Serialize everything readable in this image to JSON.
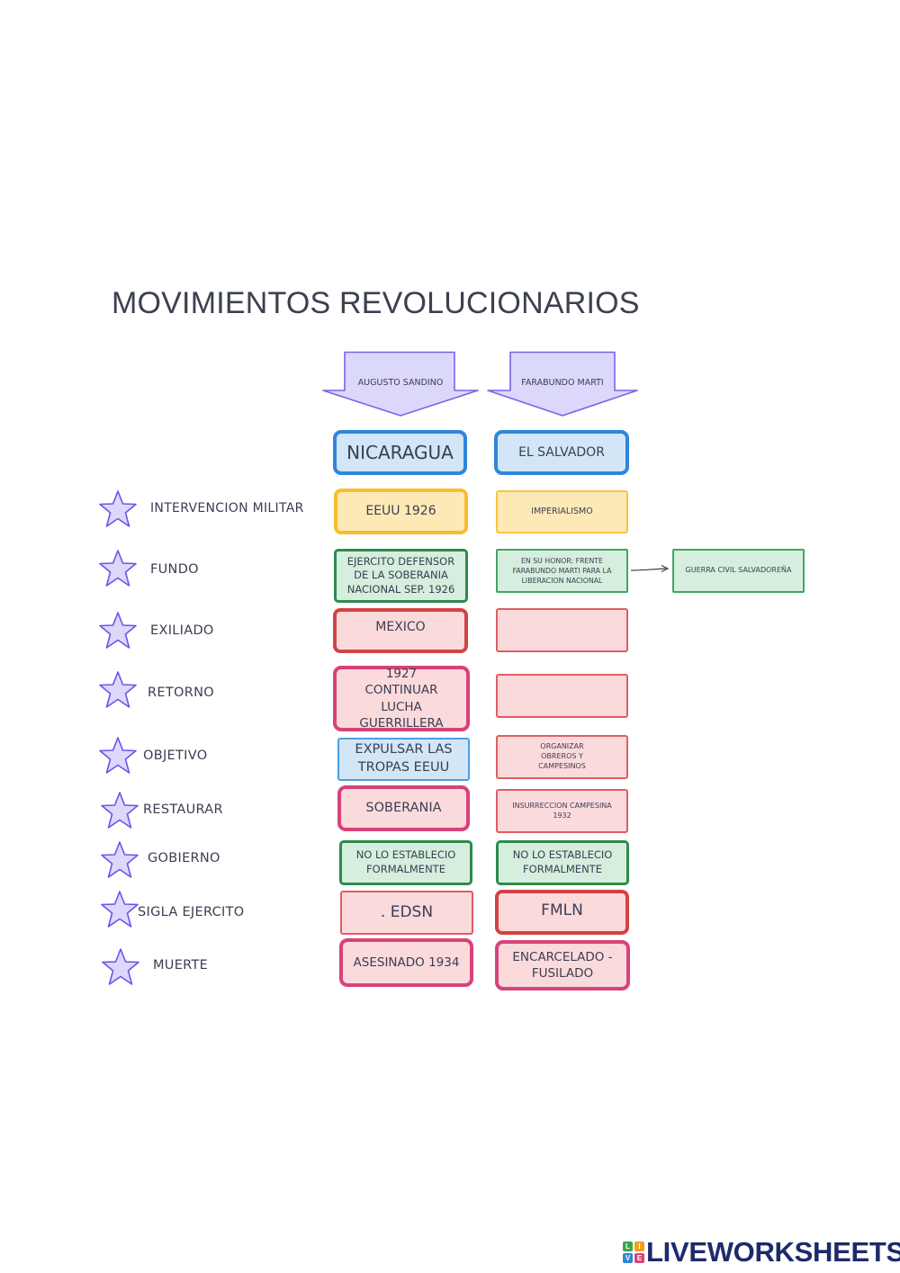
{
  "title": "MOVIMIENTOS REVOLUCIONARIOS",
  "columns": [
    {
      "header": "AUGUSTO SANDINO",
      "country": "NICARAGUA"
    },
    {
      "header": "FARABUNDO MARTI",
      "country": "EL SALVADOR"
    }
  ],
  "rows": [
    {
      "label": "INTERVENCION MILITAR",
      "sandino": "EEUU 1926",
      "marti": "IMPERIALISMO"
    },
    {
      "label": "FUNDO",
      "sandino": "EJERCITO DEFENSOR DE LA SOBERANIA NACIONAL SEP. 1926",
      "marti": "EN SU HONOR: FRENTE FARABUNDO MARTI PARA LA LIBERACION NACIONAL",
      "extra": "GUERRA CIVIL SALVADOREÑA"
    },
    {
      "label": "EXILIADO",
      "sandino": "MEXICO",
      "marti": ""
    },
    {
      "label": "RETORNO",
      "sandino": "1927 CONTINUAR LUCHA GUERRILLERA",
      "marti": ""
    },
    {
      "label": "OBJETIVO",
      "sandino": "EXPULSAR LAS TROPAS EEUU",
      "marti": "ORGANIZAR OBREROS Y CAMPESINOS"
    },
    {
      "label": "RESTAURAR",
      "sandino": "SOBERANIA",
      "marti": "INSURRECCION CAMPESINA 1932"
    },
    {
      "label": "GOBIERNO",
      "sandino": "NO LO ESTABLECIO FORMALMENTE",
      "marti": "NO LO ESTABLECIO FORMALMENTE"
    },
    {
      "label": "SIGLA EJERCITO",
      "sandino": ". EDSN",
      "marti": "FMLN"
    },
    {
      "label": "MUERTE",
      "sandino": "ASESINADO 1934",
      "marti": "ENCARCELADO - FUSILADO"
    }
  ],
  "logo": {
    "text": "LIVEWORKSHEETS",
    "grid": [
      "L",
      "I",
      "V",
      "E"
    ]
  },
  "colors": {
    "star_fill": "#dcd8fb",
    "star_stroke": "#6a55e8",
    "arrow_fill": "#dcd8fb",
    "arrow_stroke": "#7764ea"
  }
}
